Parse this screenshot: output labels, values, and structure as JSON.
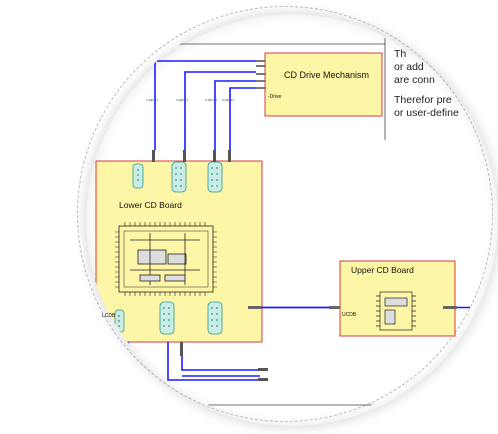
{
  "window": {
    "title": "CD Player Schematic (magnified view)"
  },
  "blocks": {
    "drive": {
      "label": "CD Drive Mechanism",
      "sublabel": "-Drive"
    },
    "lower": {
      "label": "Lower CD Board",
      "sublabel": "LCDB"
    },
    "upper": {
      "label": "Upper CD Board",
      "sublabel": "UCDB"
    }
  },
  "notes": {
    "line1": "Th",
    "line2": "or add",
    "line3": "are conn",
    "line4": "Therefor pre",
    "line5": "or user-define"
  },
  "colors": {
    "block_fill": "#fdf6a7",
    "block_border": "#d93b3b",
    "wire": "#1a1aff",
    "connector": "#2a9d8f"
  }
}
